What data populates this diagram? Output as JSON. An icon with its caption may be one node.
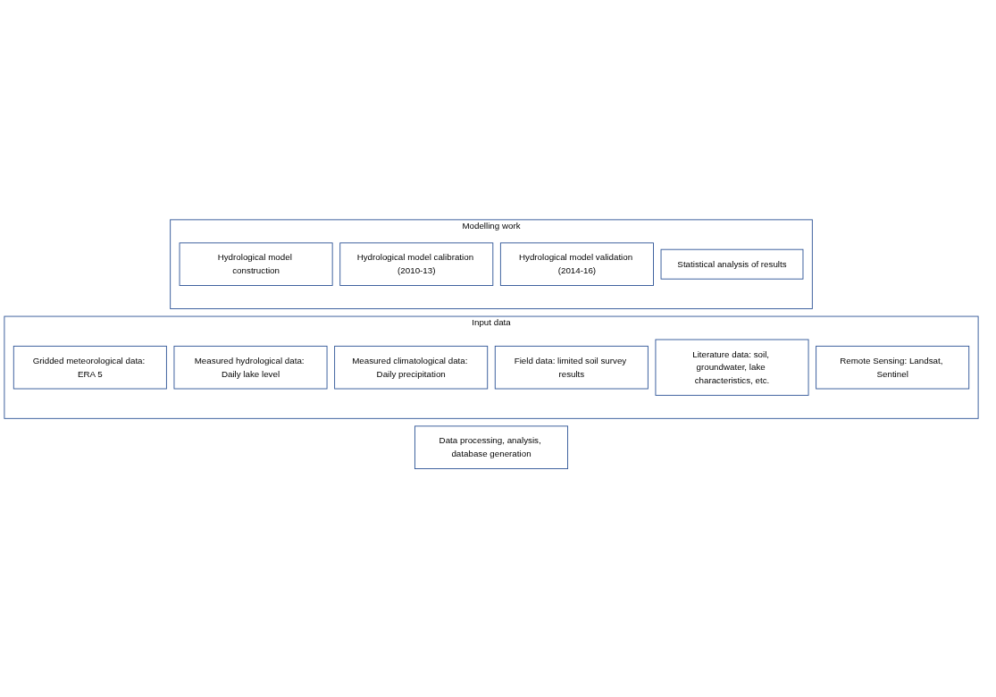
{
  "diagram": {
    "nodes": [
      {
        "text": [
          "Input data"
        ]
      },
      {
        "text": [
          "Gridded meteorological data: ERA 5"
        ],
        "in": 0
      },
      {
        "text": [
          "Measured hydrological data: Daily lake level"
        ],
        "in": 0
      },
      {
        "text": [
          "Measured climatological data: Daily precipitation"
        ],
        "in": 0
      },
      {
        "text": [
          "Field data: limited soil survey results"
        ],
        "in": 0
      },
      {
        "text": [
          "Literature data: soil, groundwater, lake characteristics, etc."
        ],
        "in": 0
      },
      {
        "text": [
          "Remote Sensing: Landsat, Sentinel"
        ],
        "in": 0
      },
      {
        "text": [
          "Data processing, analysis, database generation"
        ]
      },
      {
        "text": [
          "Modelling work"
        ]
      },
      {
        "text": [
          "Hydrological model construction"
        ],
        "in": 8
      },
      {
        "text": [
          "Hydrological model calibration (2010-13)"
        ],
        "in": 8
      },
      {
        "text": [
          "Hydrological model validation (2014-16)"
        ],
        "in": 8
      },
      {
        "text": [
          "Statistical analysis of results"
        ],
        "in": 8
      }
    ],
    "edges": []
  }
}
